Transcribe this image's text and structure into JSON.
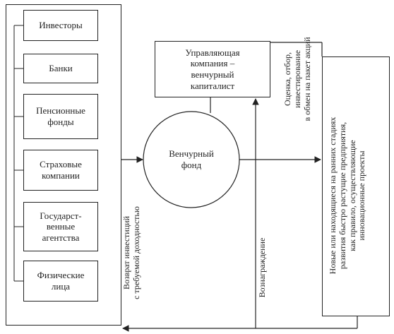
{
  "sources": {
    "investors": "Инвесторы",
    "banks": "Банки",
    "pension_funds": "Пенсионные\nфонды",
    "insurance_companies": "Страховые\nкомпании",
    "government_agencies": "Государст-\nвенные\nагентства",
    "individuals": "Физические\nлица"
  },
  "management_company": "Управляющая\nкомпания –\nвенчурный\nкапиталист",
  "venture_fund": "Венчурный\nфонд",
  "enterprises": "Новые или находящиеся на ранних стадиях\nразвития быстро растущие предприятия,\nкак правило, осуществляющие\nинновационные проекты",
  "flows": {
    "evaluation": "Оценка, отбор,\nинвестирование\nв обмен на пакет акций",
    "return": "Возврат инвестиций\nс требуемой доходностью",
    "reward": "Вознаграждение"
  }
}
